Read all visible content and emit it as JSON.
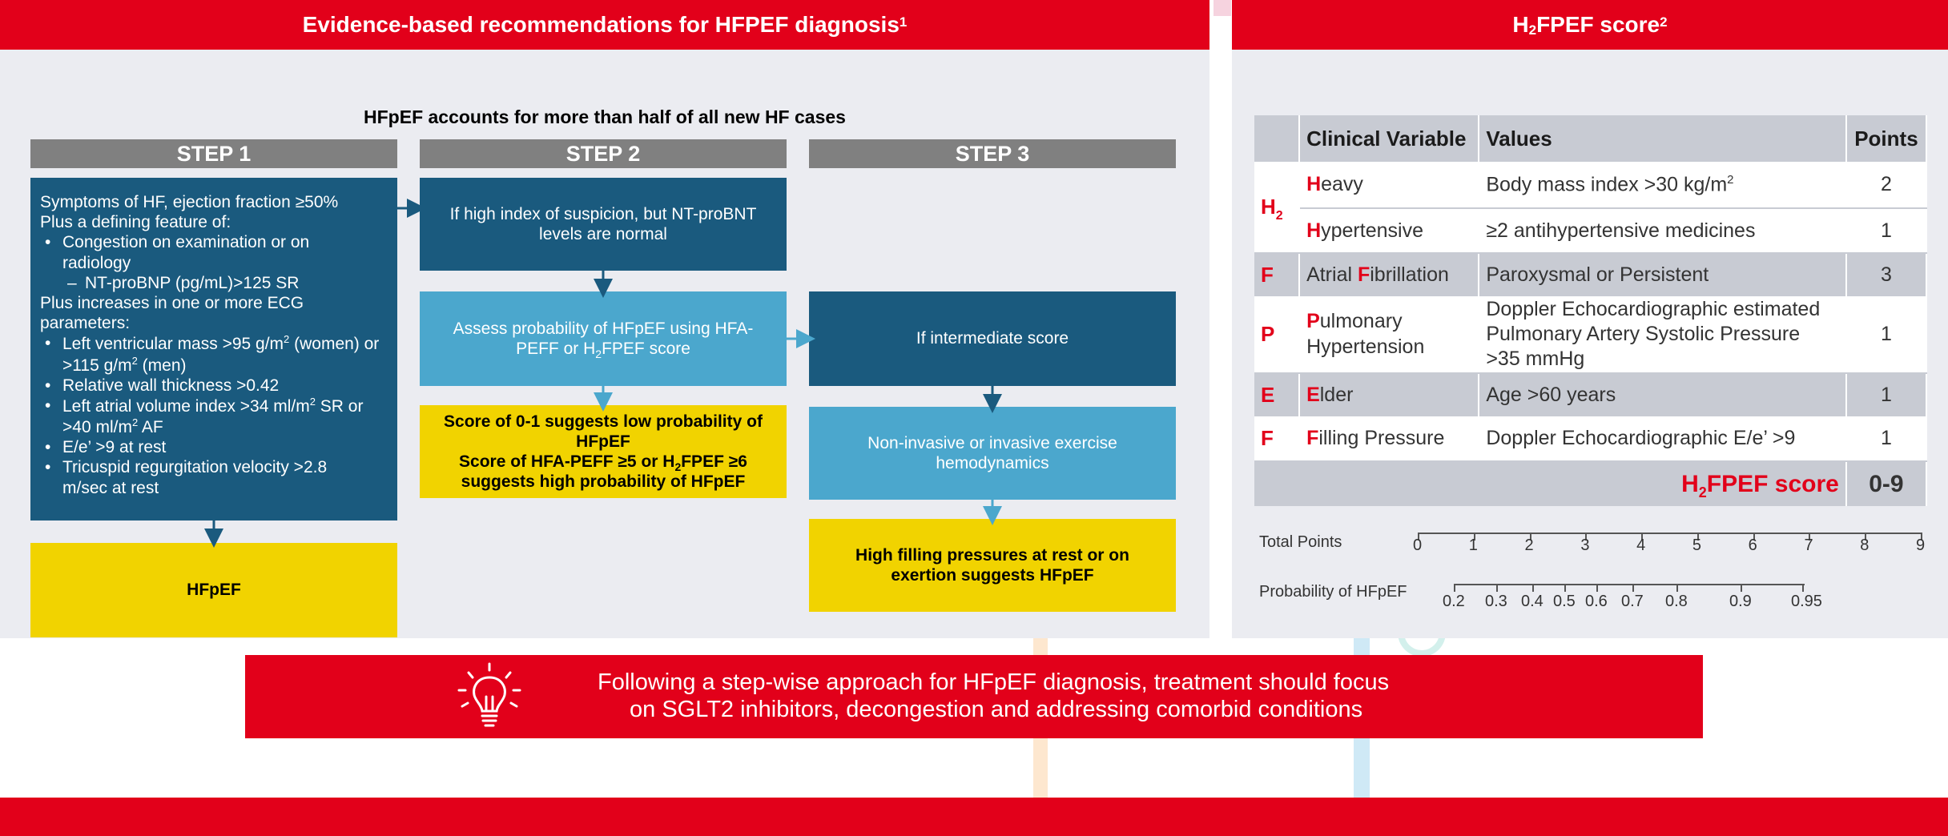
{
  "left_title": "Evidence-based recommendations for HFPEF diagnosis",
  "left_title_ref": "1",
  "right_title_pre": "H",
  "right_title_sub": "2",
  "right_title_post": "FPEF score",
  "right_title_ref": "2",
  "subtitle": "HFpEF accounts for more than half of all new HF cases",
  "steps": [
    "STEP 1",
    "STEP 2",
    "STEP 3"
  ],
  "step1": {
    "line1": "Symptoms of HF, ejection fraction ≥50%",
    "line2": "Plus a defining feature of:",
    "bullet1": "Congestion on examination or on radiology",
    "dash1": "NT-proBNP (pg/mL)>125 SR",
    "line3": "Plus increases in one or more ECG parameters:",
    "bullet2a": "Left ventricular mass >95 g/m",
    "bullet2b": "2",
    "bullet2c": " (women) or >115 g/m",
    "bullet2d": "2",
    "bullet2e": " (men)",
    "bullet3": "Relative wall thickness >0.42",
    "bullet4a": "Left atrial volume index >34 ml/m",
    "bullet4b": "2",
    "bullet4c": " SR or >40 ml/m",
    "bullet4d": "2",
    "bullet4e": " AF",
    "bullet5": "E/e’ >9 at rest",
    "bullet6": "Tricuspid regurgitation velocity >2.8 m/sec at rest",
    "result": "HFpEF"
  },
  "step2": {
    "box1": "If high index of suspicion, but NT-proBNT levels are normal",
    "box2a": "Assess probability of HFpEF using HFA-PEFF or H",
    "box2b": "2",
    "box2c": "FPEF score",
    "box3a": "Score of 0-1 suggests low probability of HFpEF",
    "box3b": "Score of HFA-PEFF ≥5 or H",
    "box3c": "2",
    "box3d": "FPEF ≥6 suggests high probability of HFpEF"
  },
  "step3": {
    "box1": "If intermediate score",
    "box2": "Non-invasive or invasive exercise hemodynamics",
    "box3": "High filling pressures at rest or on exertion suggests HFpEF"
  },
  "table": {
    "headers": [
      "Clinical Variable",
      "Values",
      "Points"
    ],
    "rows": [
      {
        "group": "H",
        "group_sub": "2",
        "letter": "H",
        "rest": "eavy",
        "value_a": "Body mass index >30 kg/m",
        "value_sup": "2",
        "points": "2"
      },
      {
        "letter": "H",
        "rest": "ypertensive",
        "value_a": "≥2 antihypertensive medicines",
        "points": "1"
      },
      {
        "group": "F",
        "pre": "Atrial ",
        "letter": "F",
        "rest": "ibrillation",
        "value_a": "Paroxysmal or Persistent",
        "points": "3"
      },
      {
        "group": "P",
        "letter": "P",
        "rest": "ulmonary Hypertension",
        "value_a": "Doppler Echocardiographic estimated Pulmonary Artery Systolic Pressure >35 mmHg",
        "points": "1"
      },
      {
        "group": "E",
        "letter": "E",
        "rest": "lder",
        "value_a": "Age >60 years",
        "points": "1"
      },
      {
        "group": "F",
        "letter": "F",
        "rest": "illing Pressure",
        "value_a": "Doppler Echocardiographic E/e’ >9",
        "points": "1"
      }
    ],
    "score_label_pre": "H",
    "score_label_sub": "2",
    "score_label_post": "FPEF score",
    "score_range": "0-9"
  },
  "nomogram": {
    "total_label": "Total Points",
    "total_ticks": [
      "0",
      "1",
      "2",
      "3",
      "4",
      "5",
      "6",
      "7",
      "8",
      "9"
    ],
    "prob_label": "Probability of HFpEF",
    "prob_ticks": [
      "0.2",
      "0.3",
      "0.4",
      "0.5",
      "0.6",
      "0.7",
      "0.8",
      "0.9",
      "0.95"
    ]
  },
  "banner": {
    "line1": "Following a step-wise approach for HFpEF diagnosis, treatment should focus",
    "line2": "on SGLT2 inhibitors, decongestion and addressing comorbid conditions",
    "icon": "lightbulb-icon"
  },
  "colors": {
    "red": "#e2001a",
    "dark_blue": "#1a5a7e",
    "light_blue": "#4ba7cd",
    "yellow": "#f1d300",
    "step_grey": "#808080"
  }
}
